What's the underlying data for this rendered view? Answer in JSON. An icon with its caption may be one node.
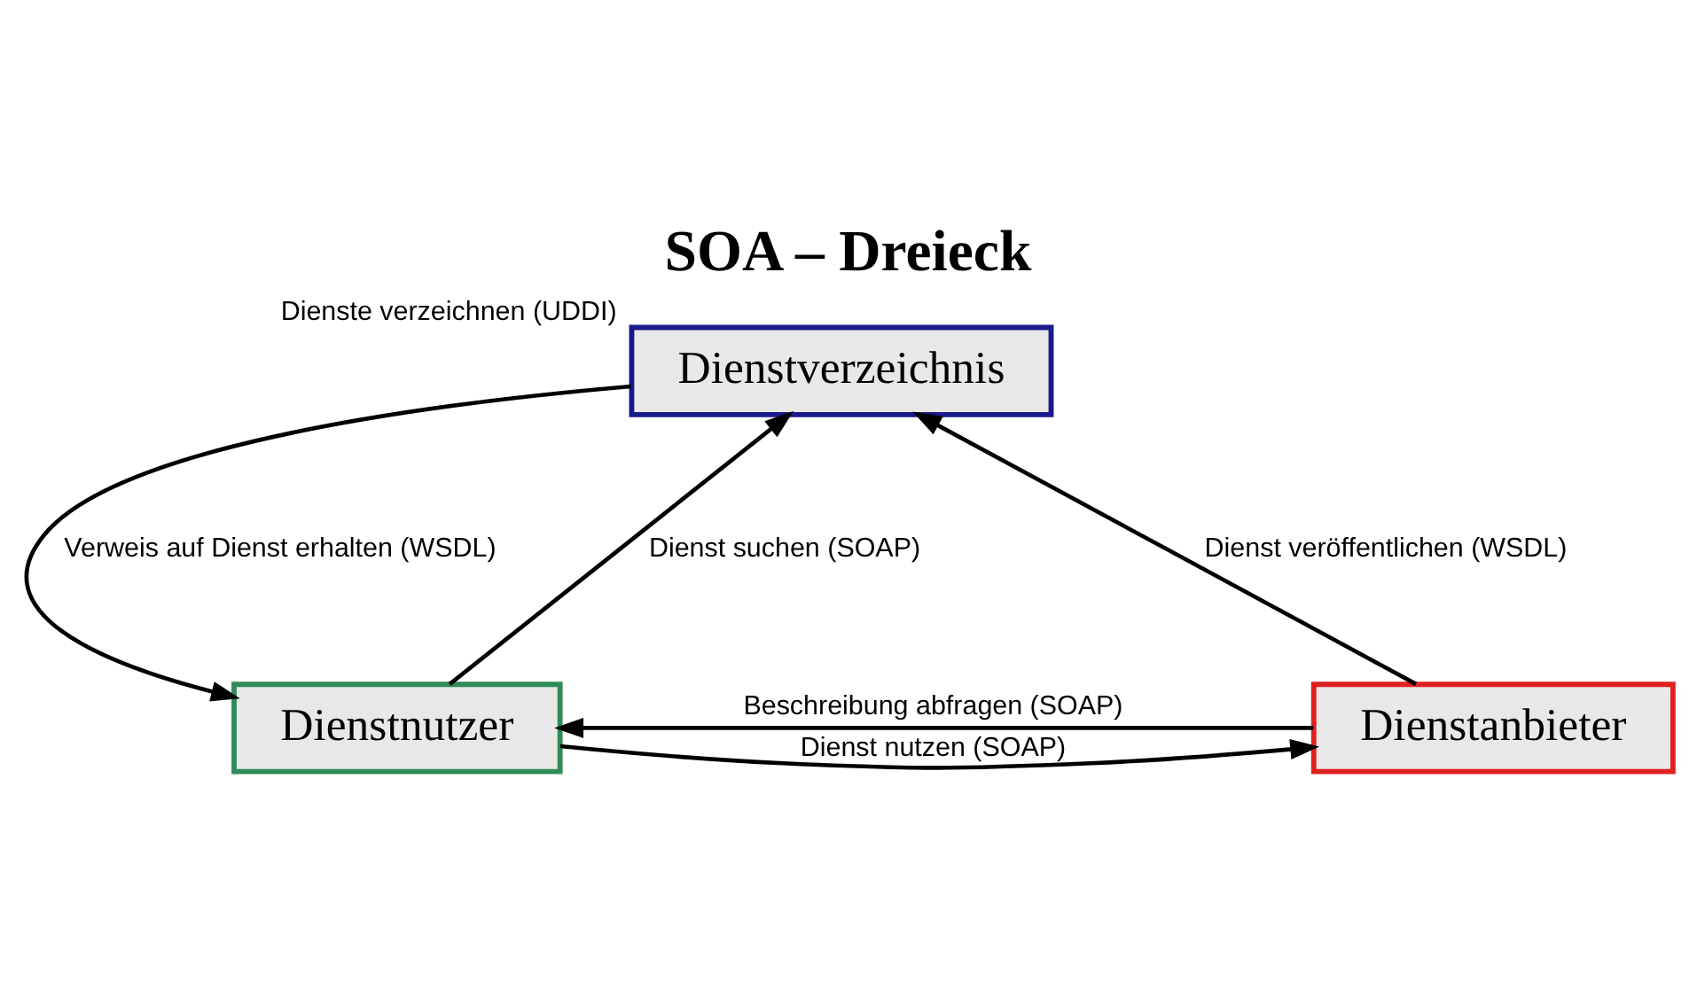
{
  "diagram": {
    "title": "SOA – Dreieck",
    "nodes": [
      {
        "text": [
          "Dienstverzeichnis"
        ],
        "beside": [
          "Dienste verzeichnen (UDDI)"
        ]
      },
      {
        "text": [
          "Dienstanbieter"
        ]
      },
      {
        "text": [
          "Dienstnutzer"
        ]
      }
    ],
    "edges": [
      {
        "from": 1,
        "to": 0,
        "arrow": "to",
        "label": "Dienst veröffentlichen (WSDL)"
      },
      {
        "from": 2,
        "to": 0,
        "arrow": "to",
        "label": "Dienst suchen (SOAP)"
      },
      {
        "from": 0,
        "to": 2,
        "arrow": "to",
        "label": "Verweis auf Dienst erhalten (WSDL)"
      },
      {
        "from": 1,
        "to": 2,
        "arrow": "to",
        "label": "Beschreibung abfragen (SOAP)"
      },
      {
        "from": 2,
        "to": 1,
        "arrow": "to",
        "label": "Dienst nutzen (SOAP)"
      }
    ]
  }
}
